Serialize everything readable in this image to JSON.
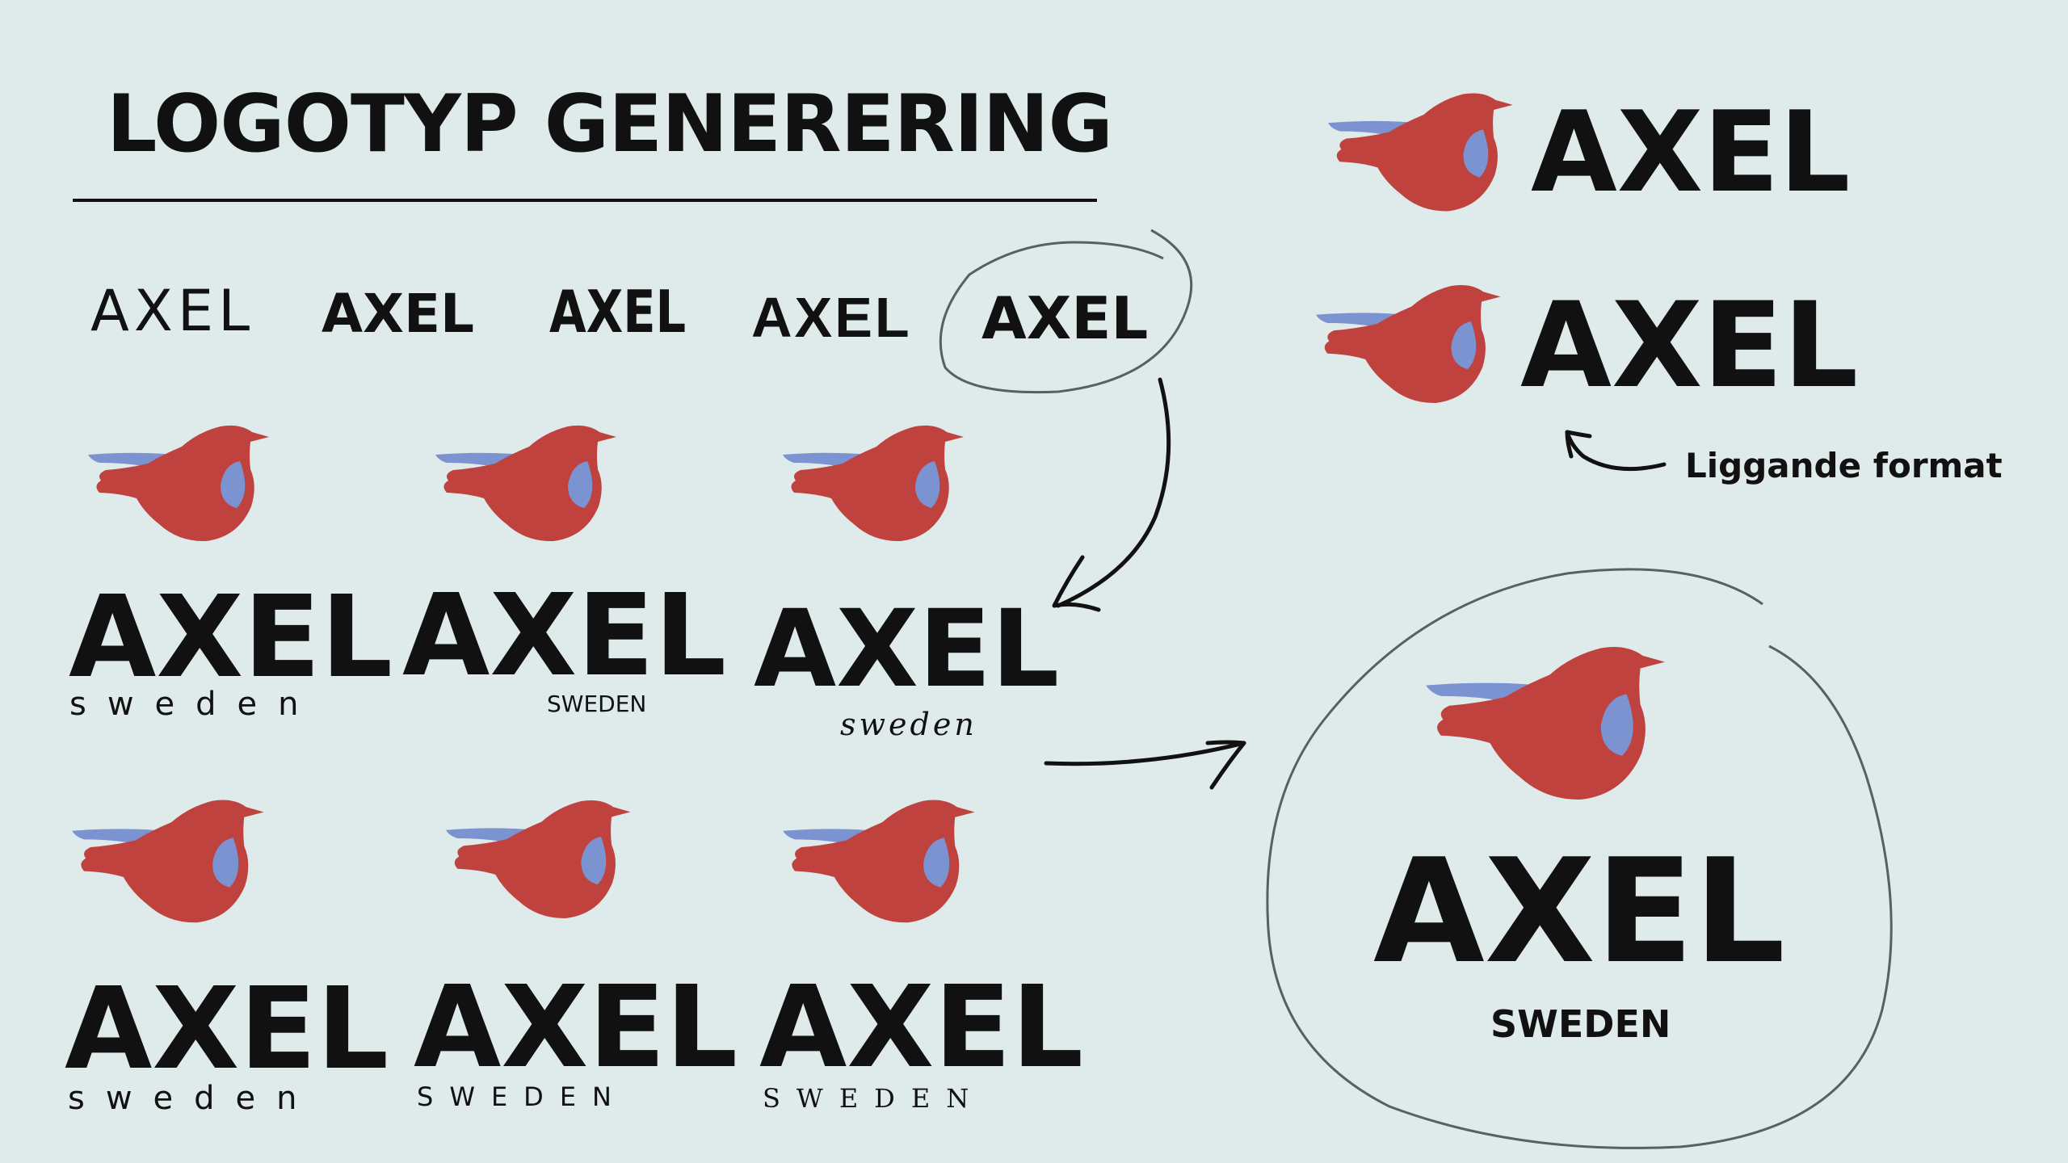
{
  "title": "LOGOTYP GENERERING",
  "wordmark_options": [
    "AXEL",
    "AXEL",
    "AXEL",
    "AXEL",
    "AXEL"
  ],
  "logo_variants": [
    {
      "name": "AXEL",
      "tagline": "sweden"
    },
    {
      "name": "AXEL",
      "tagline": "SWEDEN"
    },
    {
      "name": "AXEL",
      "tagline": "sweden"
    },
    {
      "name": "AXEL",
      "tagline": "sweden"
    },
    {
      "name": "AXEL",
      "tagline": "SWEDEN"
    },
    {
      "name": "AXEL",
      "tagline": "SWEDEN"
    }
  ],
  "landscape_logos": [
    {
      "name": "AXEL"
    },
    {
      "name": "AXEL"
    }
  ],
  "landscape_note": "Liggande format",
  "final_logo": {
    "name": "AXEL",
    "tagline": "SWEDEN"
  },
  "colors": {
    "background": "#dfebea",
    "bird_red": "#c0423f",
    "bird_blue": "#7b93d0",
    "ink": "#111111",
    "circle_stroke": "#5a5f60"
  }
}
